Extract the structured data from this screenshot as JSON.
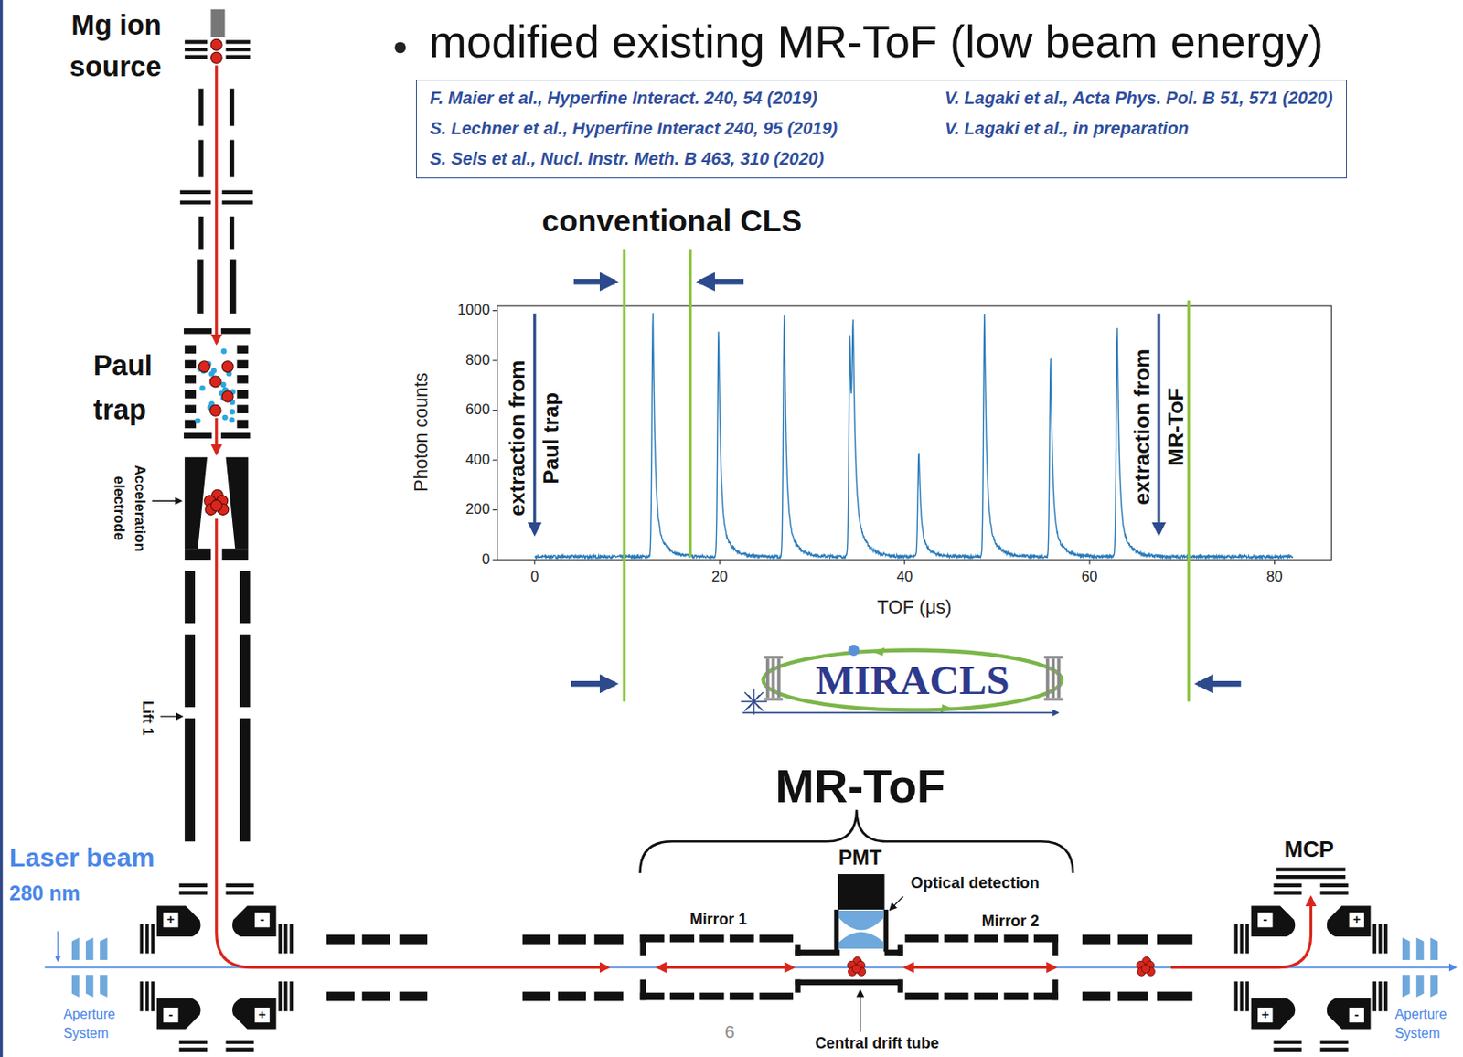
{
  "diagram": {
    "title": "modified existing MR-ToF (low beam energy)",
    "nodes": [
      {
        "text": [
          "F. Maier et al., Hyperfine Interact. 240, 54 (2019)",
          "V. Lagaki et al., Acta Phys. Pol. B 51, 571 (2020)",
          "S. Lechner et al., Hyperfine Interact 240, 95 (2019)",
          "V. Lagaki et al., in preparation",
          "S. Sels et al., Nucl. Instr. Meth. B 463, 310 (2020)"
        ]
      }
    ],
    "labels": [
      "conventional CLS",
      "1000",
      "800",
      "600",
      "400",
      "200",
      "0",
      "Photon counts",
      "0",
      "20",
      "40",
      "60",
      "80",
      "TOF (μs)",
      "extraction from Paul trap",
      "extraction from MR-ToF",
      "MIRACLS",
      "Mg ion source",
      "Paul trap",
      "Acceleration electrode",
      "Lift 1",
      "MR-ToF",
      "PMT",
      "Optical detection",
      "MCP",
      "Laser beam",
      "280 nm",
      "+",
      "-",
      "Mirror 1",
      "Mirror 2",
      "-",
      "+",
      "-",
      "+",
      "Aperture System",
      "6",
      "Central drift tube",
      "+",
      "-",
      "Aperture System"
    ]
  }
}
